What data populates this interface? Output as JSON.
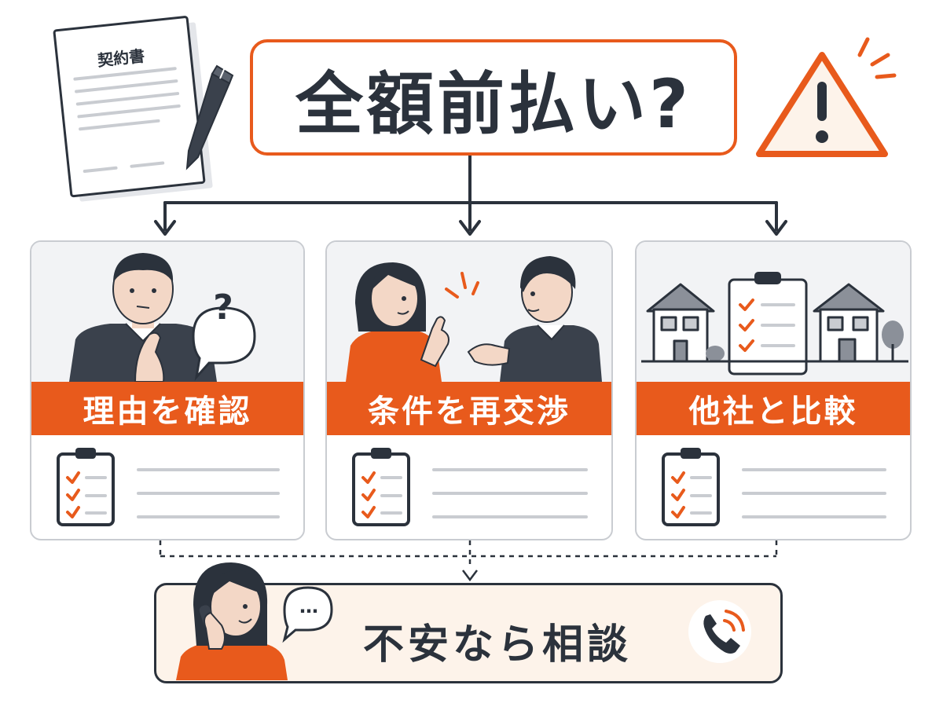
{
  "title": "全額前払い?",
  "contract": {
    "heading": "契約書"
  },
  "cards": [
    {
      "label": "理由を確認"
    },
    {
      "label": "条件を再交渉"
    },
    {
      "label": "他社と比較"
    }
  ],
  "question_mark": "?",
  "consult": {
    "label": "不安なら相談",
    "bubble": "…"
  },
  "colors": {
    "accent": "#e85a1c",
    "dark": "#2b323c",
    "card_border": "#c9ccd1",
    "card_bg": "#f2f3f5",
    "consult_bg": "#fdf3ea"
  }
}
